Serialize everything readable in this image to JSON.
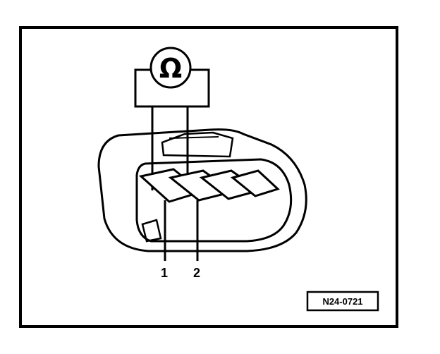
{
  "meter": {
    "symbol": "Ω",
    "icon": "ohmmeter-icon"
  },
  "pins": [
    {
      "label": "1"
    },
    {
      "label": "2"
    }
  ],
  "reference_code": "N24-0721",
  "colors": {
    "ink": "#000000",
    "paper": "#ffffff"
  }
}
